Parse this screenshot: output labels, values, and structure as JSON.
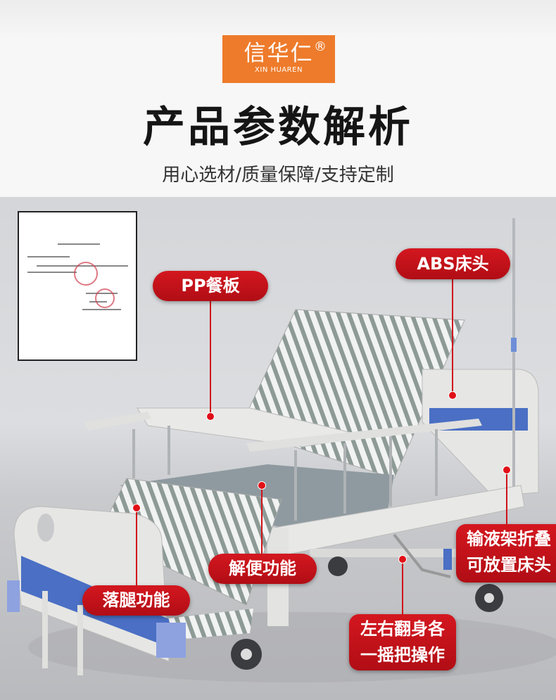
{
  "logo": {
    "name_cn": "信华仁",
    "registered": "®",
    "name_en": "XIN HUAREN"
  },
  "header": {
    "title": "产品参数解析",
    "subtitle": "用心选材/质量保障/支持定制"
  },
  "labels": {
    "pp_tray": "PP餐板",
    "abs_headboard": "ABS床头",
    "iv_pole_line1": "输液架折叠",
    "iv_pole_line2": "可放置床头",
    "toilet": "解便功能",
    "leg_drop": "落腿功能",
    "crank_line1": "左右翻身各",
    "crank_line2": "一摇把操作"
  },
  "colors": {
    "brand": "#ee7b2b",
    "label": "#c8121a",
    "panel_blue": "#4a6fc4"
  }
}
